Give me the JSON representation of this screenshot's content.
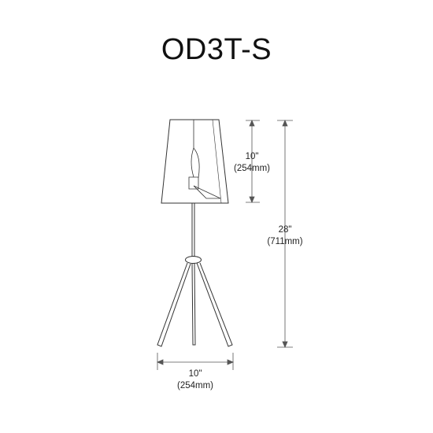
{
  "title": "OD3T-S",
  "dimensions": {
    "shade_height": {
      "inches": "10\"",
      "mm": "(254mm)"
    },
    "overall_height": {
      "inches": "28\"",
      "mm": "(711mm)"
    },
    "base_width": {
      "inches": "10\"",
      "mm": "(254mm)"
    }
  },
  "colors": {
    "line": "#333333",
    "dimension_line": "#555555"
  }
}
